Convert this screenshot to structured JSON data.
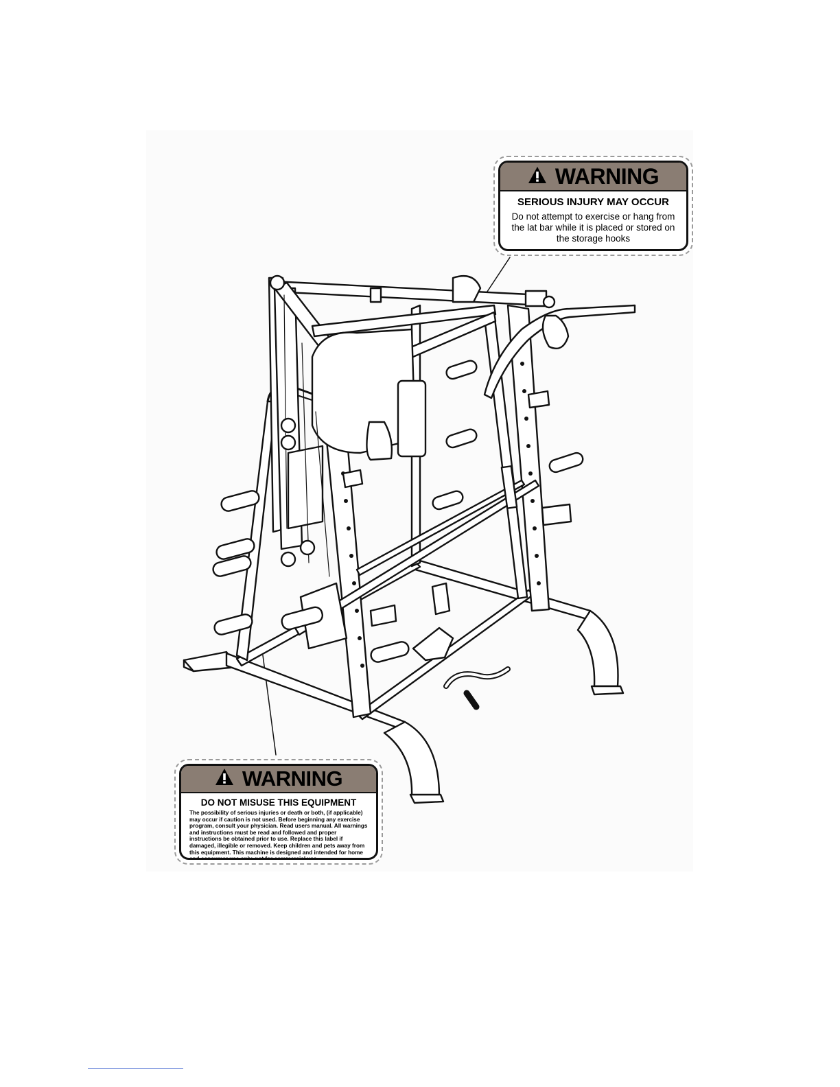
{
  "warning_labels": [
    {
      "heading": "WARNING",
      "subheading": "SERIOUS INJURY MAY OCCUR",
      "body": "Do not attempt to exercise or hang from the lat bar while it is placed or stored on the storage hooks"
    },
    {
      "heading": "WARNING",
      "subheading": "DO NOT MISUSE THIS EQUIPMENT",
      "body": "The possibility of serious injuries or death or both, (if applicable) may occur if caution is not used. Before beginning any exercise program, consult your physician. Read users manual. All warnings and instructions must be read and followed and proper instructions be obtained prior to use. Replace this label if damaged, illegible or removed. Keep children and pets away from this equipment. This machine is designed and intended for home and consumer use only, not for commercial use."
    }
  ],
  "icons": {
    "warning": "warning-triangle-icon",
    "machine": "smith-machine-illustration"
  },
  "colors": {
    "label_header": "#8a7d73",
    "footer_rule": "#3a5fcd"
  }
}
